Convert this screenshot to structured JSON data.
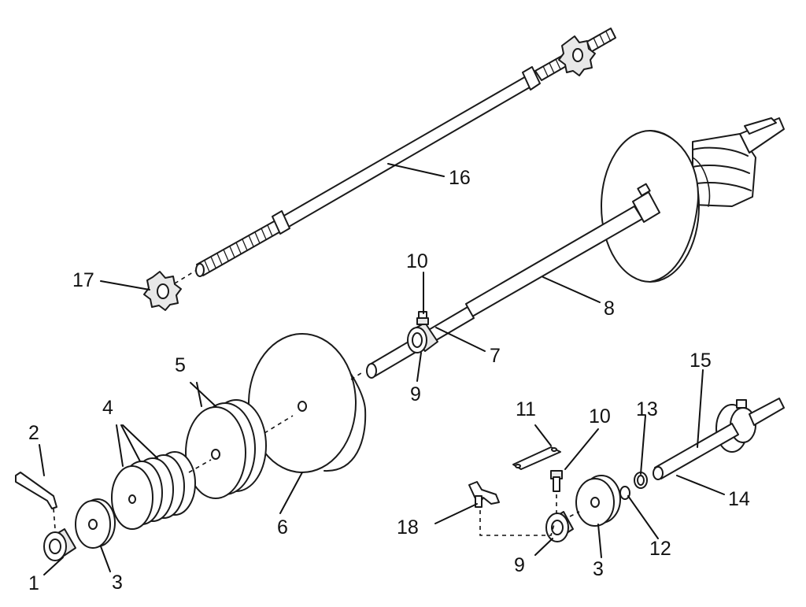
{
  "callouts": {
    "c1": "1",
    "c2": "2",
    "c3a": "3",
    "c3b": "3",
    "c4": "4",
    "c5": "5",
    "c6": "6",
    "c7": "7",
    "c8": "8",
    "c9a": "9",
    "c9b": "9",
    "c10a": "10",
    "c10b": "10",
    "c11": "11",
    "c12": "12",
    "c13": "13",
    "c14": "14",
    "c15": "15",
    "c16": "16",
    "c17": "17",
    "c18": "18"
  }
}
